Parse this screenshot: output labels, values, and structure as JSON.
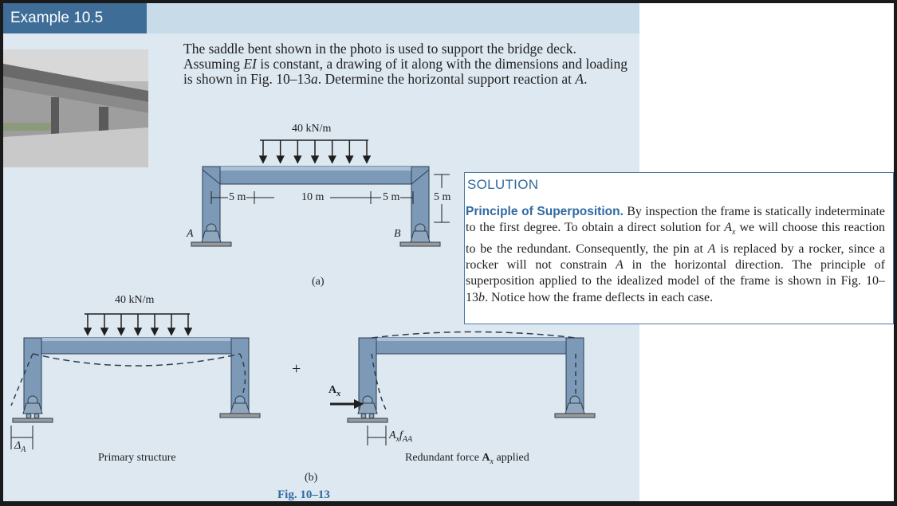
{
  "header": {
    "example_label": "Example 10.5"
  },
  "problem": {
    "text_before_EI": "The saddle bent shown in the photo is used to support the bridge deck. Assuming ",
    "EI": "EI",
    "text_after_EI": " is constant, a drawing of it along with the dimensions and loading is shown in Fig. 10–13",
    "fig_a": "a",
    "text_end": ". Determine the horizontal support reaction at ",
    "A": "A",
    "period": "."
  },
  "figure_a": {
    "load": "40 kN/m",
    "dim_left": "5 m",
    "dim_mid": "10 m",
    "dim_right": "5 m",
    "dim_height": "5 m",
    "support_a": "A",
    "support_b": "B",
    "caption": "(a)"
  },
  "figure_b": {
    "load": "40 kN/m",
    "plus": "+",
    "delta": "Δ",
    "delta_sub": "A",
    "force_main": "A",
    "force_sub": "x",
    "fa_A": "A",
    "fa_x": "x",
    "fa_f": "f",
    "fa_sub": "AA",
    "primary_caption": "Primary structure",
    "redundant_caption_pre": "Redundant force ",
    "redundant_caption_A": "A",
    "redundant_caption_x": "x",
    "redundant_caption_post": " applied",
    "caption": "(b)",
    "fig_label": "Fig. 10–13"
  },
  "solution": {
    "title": "SOLUTION",
    "principle_head": "Principle of Superposition.",
    "p1": " By inspection the frame is statically indeterminate to the first degree. To obtain a direct solution for ",
    "Ax_A": "A",
    "Ax_x": "x",
    "p2": " we will choose this reaction to be the redundant. Consequently, the pin at ",
    "A1": "A",
    "p3": " is replaced by a rocker, since a rocker will not constrain ",
    "A2": "A",
    "p4": " in the horizontal direction. The principle of superposition applied to the idealized model of the frame is shown in Fig. 10–13",
    "fig_b": "b",
    "p5": ". Notice how the frame deflects in each case."
  },
  "colors": {
    "tab": "#3e6d98",
    "accent": "#2f6aa0",
    "page_bg": "#dde8f1",
    "beam": "#7c9ab8"
  }
}
